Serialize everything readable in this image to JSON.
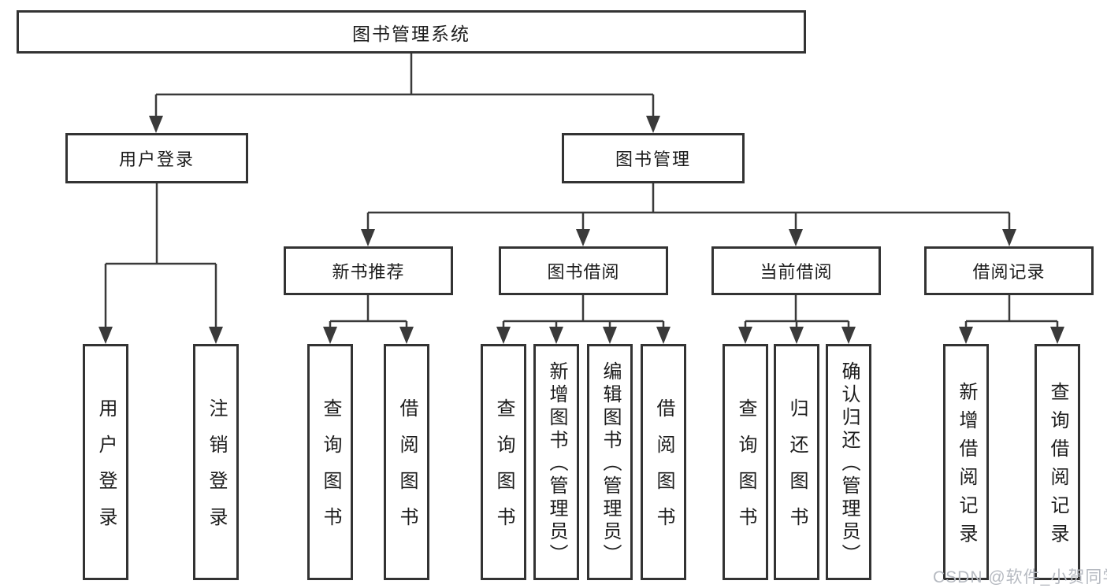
{
  "root": {
    "label": "图书管理系统"
  },
  "level2": [
    {
      "label": "用户登录"
    },
    {
      "label": "图书管理"
    }
  ],
  "level3": [
    {
      "label": "新书推荐"
    },
    {
      "label": "图书借阅"
    },
    {
      "label": "当前借阅"
    },
    {
      "label": "借阅记录"
    }
  ],
  "leaves": [
    {
      "label": "用户登录"
    },
    {
      "label": "注销登录"
    },
    {
      "label": "查询图书"
    },
    {
      "label": "借阅图书"
    },
    {
      "label": "查询图书"
    },
    {
      "label": "新增图书（管理员）"
    },
    {
      "label": "编辑图书（管理员）"
    },
    {
      "label": "借阅图书"
    },
    {
      "label": "查询图书"
    },
    {
      "label": "归还图书"
    },
    {
      "label": "确认归还（管理员）"
    },
    {
      "label": "新增借阅记录"
    },
    {
      "label": "查询借阅记录"
    }
  ],
  "watermark": {
    "text": "CSDN @软件_小贺同学"
  },
  "colors": {
    "line": "#3a3a3a",
    "box_border": "#333333",
    "text": "#1c1c1c",
    "watermark": "#b6bac1",
    "background": "#ffffff"
  }
}
